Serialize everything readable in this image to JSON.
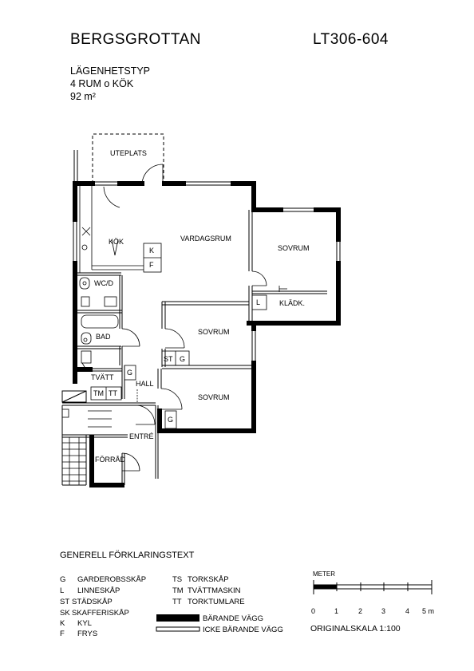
{
  "header": {
    "project": "BERGSGROTTAN",
    "code": "LT306-604",
    "type_label": "LÄGENHETSTYP",
    "rooms": "4 RUM o KÖK",
    "area": "92 m²"
  },
  "rooms": {
    "uteplats": "UTEPLATS",
    "kok": "KÖK",
    "vardagsrum": "VARDAGSRUM",
    "sovrum_1": "SOVRUM",
    "sovrum_2": "SOVRUM",
    "sovrum_3": "SOVRUM",
    "wc": "WC/D",
    "bad": "BAD",
    "tvatt": "TVÄTT",
    "hall": "HALL",
    "entre": "ENTRÉ",
    "forrad": "FÖRRÅD",
    "kladk": "KLÄDK."
  },
  "fixtures": {
    "k": "K",
    "f": "F",
    "l": "L",
    "st": "ST",
    "g1": "G",
    "g2": "G",
    "g3": "G",
    "tm": "TM",
    "tt": "TT"
  },
  "legend": {
    "title": "GENERELL FÖRKLARINGSTEXT",
    "items": [
      {
        "code": "G",
        "text": "GARDEROBSSKÅP"
      },
      {
        "code": "L",
        "text": "LINNESKÅP"
      },
      {
        "code": "ST",
        "text": "STÄDSKÅP"
      },
      {
        "code": "SK",
        "text": "SKAFFERISKÅP"
      },
      {
        "code": "K",
        "text": "KYL"
      },
      {
        "code": "F",
        "text": "FRYS"
      }
    ],
    "items2": [
      {
        "code": "TS",
        "text": "TORKSKÅP"
      },
      {
        "code": "TM",
        "text": "TVÄTTMASKIN"
      },
      {
        "code": "TT",
        "text": "TORKTUMLARE"
      }
    ],
    "wall_bearing": "BÄRANDE VÄGG",
    "wall_nonbearing": "ICKE BÄRANDE VÄGG"
  },
  "scale": {
    "unit": "METER",
    "ticks": [
      "0",
      "1",
      "2",
      "3",
      "4",
      "5 m"
    ],
    "caption": "ORIGINALSKALA 1:100"
  }
}
